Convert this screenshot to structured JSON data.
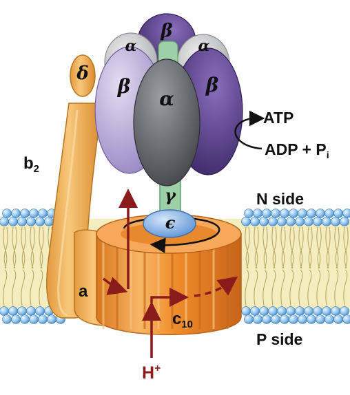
{
  "labels": {
    "alpha": "α",
    "beta": "β",
    "gamma": "γ",
    "delta": "δ",
    "epsilon": "ϵ",
    "atp": "ATP",
    "adp": "ADP + P",
    "adp_sub": "i",
    "n_side": "N side",
    "p_side": "P side",
    "b": "b",
    "b_sub": "2",
    "a": "a",
    "c": "c",
    "c_sub": "10",
    "h": "H",
    "h_sup": "+"
  },
  "colors": {
    "beta_light": "#b8a9d8",
    "beta_dark": "#5b3f8c",
    "alpha_gray": "#6b6d72",
    "alpha_light": "#c9cacc",
    "gamma_green": "#9dd0a6",
    "epsilon_blue": "#8fb9e8",
    "stator_orange": "#f0a94a",
    "ring_orange": "#ef8c2a",
    "proton_red": "#8b1a1a",
    "lipid_head": "#8ec3ee",
    "lipid_tail": "#f2e9b0"
  }
}
